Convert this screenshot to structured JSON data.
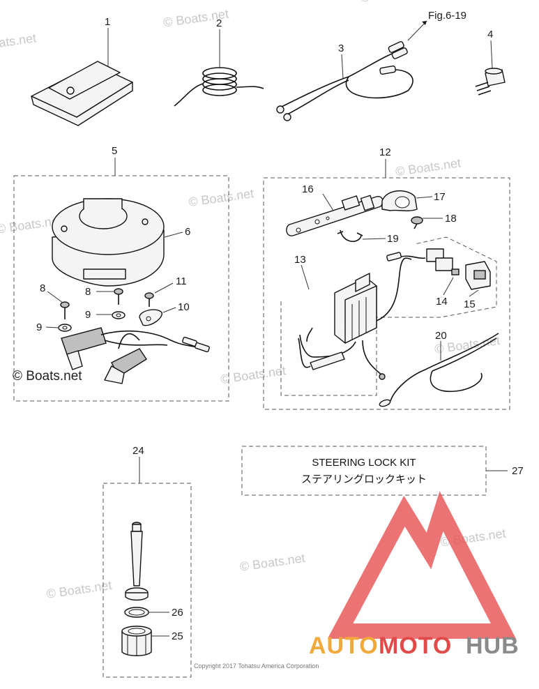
{
  "watermark": "© Boats.net",
  "callouts": {
    "n1": "1",
    "n2": "2",
    "n3": "3",
    "n4": "4",
    "n5": "5",
    "n6": "6",
    "n8": "8",
    "n9": "9",
    "n10": "10",
    "n11": "11",
    "n12": "12",
    "n13": "13",
    "n14": "14",
    "n15": "15",
    "n16": "16",
    "n17": "17",
    "n18": "18",
    "n19": "19",
    "n20": "20",
    "n24": "24",
    "n25": "25",
    "n26": "26",
    "n27": "27"
  },
  "fig_ref": "Fig.6-19",
  "steering_kit": {
    "line1": "STEERING LOCK KIT",
    "line2": "ステアリングロックキット"
  },
  "copyright": "Copyright 2017 Tohatsu America Corporation",
  "logo": {
    "part1": "AUTO",
    "part2": "MOTO",
    "part3": "HUB",
    "colors": {
      "auto": "#f2a93b",
      "moto": "#e24a4a",
      "hub": "#8a8a8a",
      "triangle": "#e85a5a"
    }
  }
}
